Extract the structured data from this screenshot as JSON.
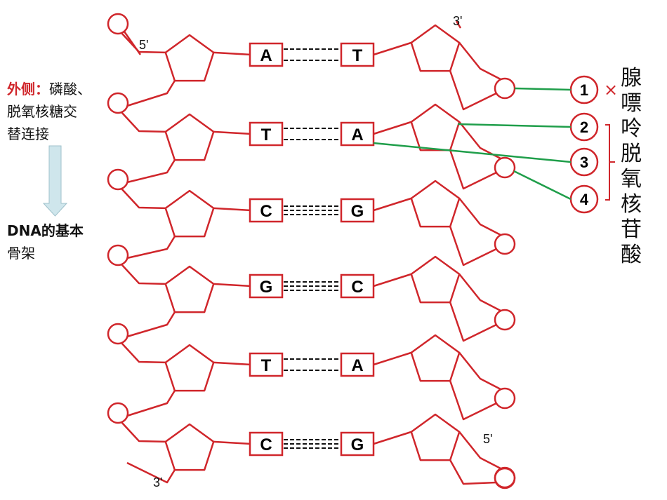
{
  "left_note": {
    "outer_label": "外侧：",
    "outer_text_1": "磷酸、",
    "outer_text_2": "脱氧核糖交",
    "outer_text_3": "替连接",
    "backbone_1": "DNA的基本",
    "backbone_2": "骨架"
  },
  "strand_ends": {
    "left_top": "5'",
    "left_bottom": "3'",
    "right_top": "3'",
    "right_bottom": "5'"
  },
  "base_pairs": [
    {
      "left": "A",
      "right": "T",
      "bonds": 2
    },
    {
      "left": "T",
      "right": "A",
      "bonds": 2
    },
    {
      "left": "C",
      "right": "G",
      "bonds": 3
    },
    {
      "left": "G",
      "right": "C",
      "bonds": 3
    },
    {
      "left": "T",
      "right": "A",
      "bonds": 2
    },
    {
      "left": "C",
      "right": "G",
      "bonds": 3
    }
  ],
  "legend": {
    "numbers": [
      "1",
      "2",
      "3",
      "4"
    ],
    "cross_mark": "×",
    "name": "腺嘌呤脱氧核苷酸"
  },
  "colors": {
    "strand": "#d0262b",
    "pointer": "#1f9e4a",
    "arrow": "#cfe6ec"
  }
}
